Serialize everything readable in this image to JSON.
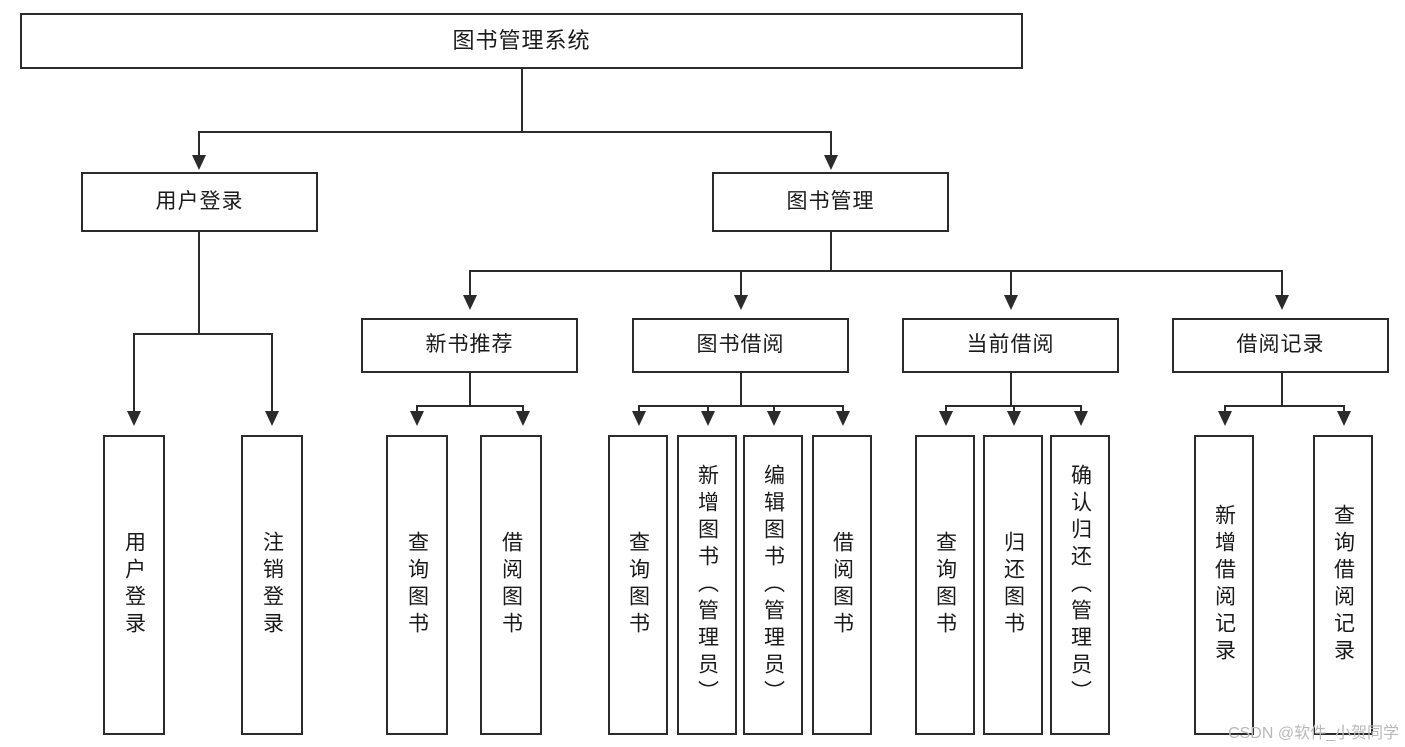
{
  "diagram": {
    "type": "tree",
    "title": "图书管理系统",
    "watermark": "CSDN @软件_小贺同学",
    "colors": {
      "stroke": "#2b2b2b",
      "fill": "#ffffff",
      "text": "#1a1a1a",
      "watermark": "#b9b9b9"
    },
    "root": {
      "label": "图书管理系统"
    },
    "level1": [
      {
        "label": "用户登录"
      },
      {
        "label": "图书管理"
      }
    ],
    "level2": [
      {
        "label": "新书推荐"
      },
      {
        "label": "图书借阅"
      },
      {
        "label": "当前借阅"
      },
      {
        "label": "借阅记录"
      }
    ],
    "leaves": {
      "user_login": [
        {
          "label": "用户登录"
        },
        {
          "label": "注销登录"
        }
      ],
      "new_book_recommend": [
        {
          "label": "查询图书"
        },
        {
          "label": "借阅图书"
        }
      ],
      "book_borrow": [
        {
          "label": "查询图书"
        },
        {
          "label": "新增图书（管理员）"
        },
        {
          "label": "编辑图书（管理员）"
        },
        {
          "label": "借阅图书"
        }
      ],
      "current_borrow": [
        {
          "label": "查询图书"
        },
        {
          "label": "归还图书"
        },
        {
          "label": "确认归还（管理员）"
        }
      ],
      "borrow_record": [
        {
          "label": "新增借阅记录"
        },
        {
          "label": "查询借阅记录"
        }
      ]
    }
  }
}
